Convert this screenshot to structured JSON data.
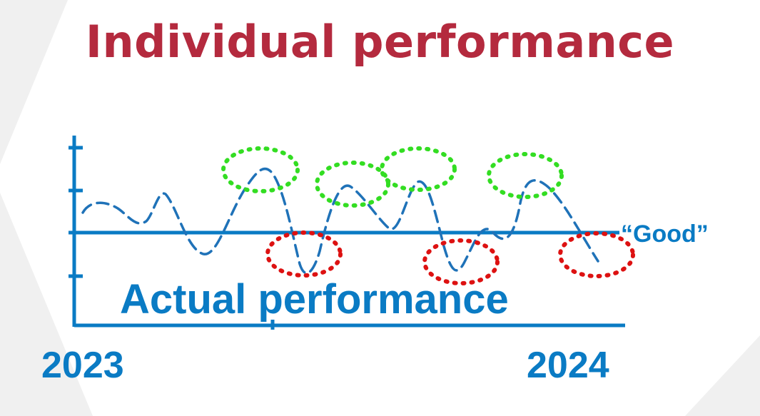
{
  "title": "Individual performance",
  "curve_label": "Actual performance",
  "reference_label": "“Good”",
  "x_start_label": "2023",
  "x_end_label": "2024",
  "highlight_marks": [
    {
      "kind": "above",
      "color_role": "green"
    },
    {
      "kind": "above",
      "color_role": "green"
    },
    {
      "kind": "above",
      "color_role": "green"
    },
    {
      "kind": "above",
      "color_role": "green"
    },
    {
      "kind": "below",
      "color_role": "red"
    },
    {
      "kind": "below",
      "color_role": "red"
    },
    {
      "kind": "below",
      "color_role": "red"
    }
  ],
  "colors": {
    "title": "#b42a3e",
    "axis": "#0a7bc4",
    "curve": "#1f72b8",
    "labels": "#0a7bc4",
    "above_marker": "#33dd22",
    "below_marker": "#dd1111",
    "background_shape": "#f0f0f0"
  }
}
